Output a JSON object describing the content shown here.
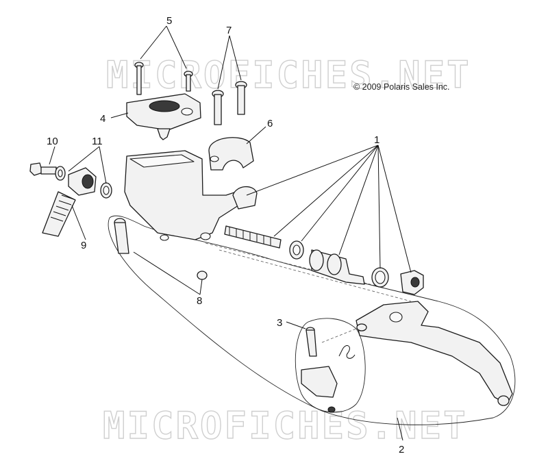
{
  "copyright": "© 2009 Polaris Sales Inc.",
  "watermark": "MICROFICHES.NET",
  "callouts": [
    "1",
    "2",
    "3",
    "4",
    "5",
    "6",
    "7",
    "8",
    "9",
    "10",
    "11"
  ]
}
